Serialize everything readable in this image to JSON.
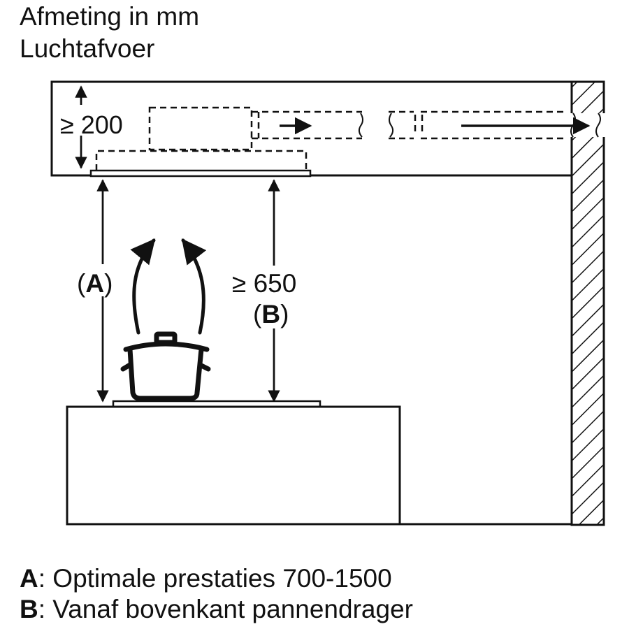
{
  "title": {
    "line1": "Afmeting in mm",
    "line2": "Luchtafvoer"
  },
  "diagram": {
    "dim_top": "≥ 200",
    "dim_a_open": "(",
    "dim_a_letter": "A",
    "dim_a_close": ")",
    "dim_b_value": "≥ 650",
    "dim_b_open": "(",
    "dim_b_letter": "B",
    "dim_b_close": ")"
  },
  "legend": {
    "a_key": "A",
    "a_text": ": Optimale prestaties 700-1500",
    "b_key": "B",
    "b_text": ": Vanaf bovenkant pannendrager"
  },
  "colors": {
    "line": "#111111",
    "background": "#ffffff"
  }
}
